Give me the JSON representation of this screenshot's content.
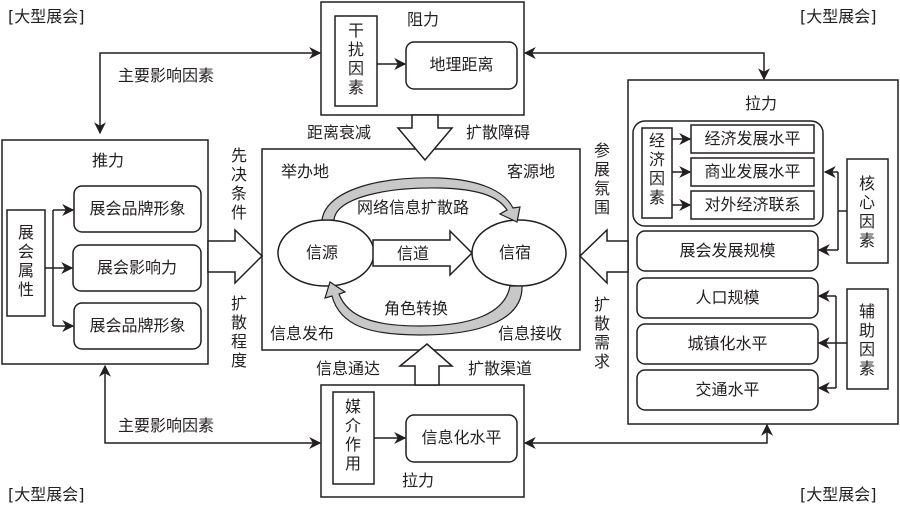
{
  "corner_labels": {
    "top_left": "[大型展会]",
    "top_right": "[大型展会]",
    "bottom_left": "[大型展会]",
    "bottom_right": "[大型展会]"
  },
  "top_box": {
    "title": "阻力",
    "side_label": "干扰因素",
    "item": "地理距离"
  },
  "bottom_box": {
    "title": "拉力",
    "side_label": "媒介作用",
    "item": "信息化水平"
  },
  "left_box": {
    "title": "推力",
    "side_label": "展会属性",
    "items": [
      "展会品牌形象",
      "展会影响力",
      "展会品牌形象"
    ]
  },
  "right_box": {
    "title": "拉力",
    "economic_group": {
      "side_label": "经济因素",
      "items": [
        "经济发展水平",
        "商业发展水平",
        "对外经济联系"
      ]
    },
    "scale_item": "展会发展规模",
    "aux_items": [
      "人口规模",
      "城镇化水平",
      "交通水平"
    ],
    "core_label": "核心因素",
    "aux_label": "辅助因素"
  },
  "center_box": {
    "host": "举办地",
    "origin": "客源地",
    "source": "信源",
    "sink": "信宿",
    "channel": "信道",
    "top_path": "网络信息扩散路",
    "bottom_path": "角色转换",
    "publish": "信息发布",
    "receive": "信息接收"
  },
  "arrow_labels": {
    "top_left": "距离衰减",
    "top_right": "扩散障碍",
    "bottom_left": "信息通达",
    "bottom_right": "扩散渠道",
    "left_upper": "先决条件",
    "left_lower": "扩散程度",
    "right_upper": "参展氛围",
    "right_lower": "扩散需求",
    "main_factor_top": "主要影响因素",
    "main_factor_bottom": "主要影响因素"
  },
  "colors": {
    "line": "#231f20",
    "curve_fill": "#c8c8c8"
  }
}
